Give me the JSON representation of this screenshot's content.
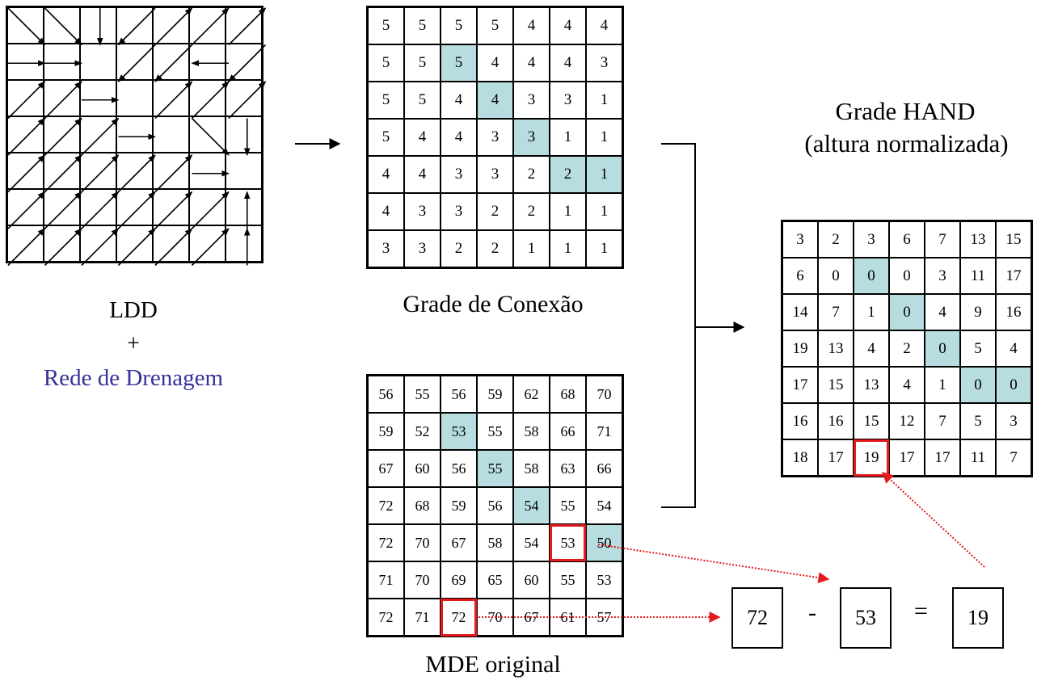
{
  "ldd": {
    "title": "LDD",
    "plus": "+",
    "subtitle": "Rede de Drenagem",
    "highlight_cells": [
      [
        1,
        2
      ],
      [
        2,
        3
      ],
      [
        3,
        4
      ],
      [
        4,
        5
      ],
      [
        4,
        6
      ]
    ],
    "highlight_color": "#b7dde0"
  },
  "connection_grid": {
    "title": "Grade de Conexão",
    "rows": [
      [
        "5",
        "5",
        "5",
        "5",
        "4",
        "4",
        "4"
      ],
      [
        "5",
        "5",
        "5",
        "4",
        "4",
        "4",
        "3"
      ],
      [
        "5",
        "5",
        "4",
        "4",
        "3",
        "3",
        "1"
      ],
      [
        "5",
        "4",
        "4",
        "3",
        "3",
        "1",
        "1"
      ],
      [
        "4",
        "4",
        "3",
        "3",
        "2",
        "2",
        "1"
      ],
      [
        "4",
        "3",
        "3",
        "2",
        "2",
        "1",
        "1"
      ],
      [
        "3",
        "3",
        "2",
        "2",
        "1",
        "1",
        "1"
      ]
    ],
    "highlight_cells": [
      [
        1,
        2
      ],
      [
        2,
        3
      ],
      [
        3,
        4
      ],
      [
        4,
        5
      ],
      [
        4,
        6
      ]
    ]
  },
  "mde_grid": {
    "title": "MDE original",
    "rows": [
      [
        "56",
        "55",
        "56",
        "59",
        "62",
        "68",
        "70"
      ],
      [
        "59",
        "52",
        "53",
        "55",
        "58",
        "66",
        "71"
      ],
      [
        "67",
        "60",
        "56",
        "55",
        "58",
        "63",
        "66"
      ],
      [
        "72",
        "68",
        "59",
        "56",
        "54",
        "55",
        "54"
      ],
      [
        "72",
        "70",
        "67",
        "58",
        "54",
        "53",
        "50"
      ],
      [
        "71",
        "70",
        "69",
        "65",
        "60",
        "55",
        "53"
      ],
      [
        "72",
        "71",
        "72",
        "70",
        "67",
        "61",
        "57"
      ]
    ],
    "highlight_cells": [
      [
        1,
        2
      ],
      [
        2,
        3
      ],
      [
        3,
        4
      ],
      [
        4,
        6
      ]
    ],
    "outlined_cells": [
      [
        4,
        5
      ],
      [
        6,
        2
      ]
    ]
  },
  "hand_grid": {
    "title_line1": "Grade HAND",
    "title_line2": "(altura normalizada)",
    "rows": [
      [
        "3",
        "2",
        "3",
        "6",
        "7",
        "13",
        "15"
      ],
      [
        "6",
        "0",
        "0",
        "0",
        "3",
        "11",
        "17"
      ],
      [
        "14",
        "7",
        "1",
        "0",
        "4",
        "9",
        "16"
      ],
      [
        "19",
        "13",
        "4",
        "2",
        "0",
        "5",
        "4"
      ],
      [
        "17",
        "15",
        "13",
        "4",
        "1",
        "0",
        "0"
      ],
      [
        "16",
        "16",
        "15",
        "12",
        "7",
        "5",
        "3"
      ],
      [
        "18",
        "17",
        "19",
        "17",
        "17",
        "11",
        "7"
      ]
    ],
    "highlight_cells": [
      [
        1,
        2
      ],
      [
        2,
        3
      ],
      [
        3,
        4
      ],
      [
        4,
        5
      ],
      [
        4,
        6
      ]
    ],
    "outlined_cells": [
      [
        6,
        2
      ]
    ]
  },
  "calculation": {
    "operand_a": "72",
    "operator": "-",
    "operand_b": "53",
    "equals": "=",
    "result": "19"
  },
  "colors": {
    "highlight": "#b7dde0",
    "outline": "#e41a1c",
    "dotted_arrow": "#e41a1c",
    "drainage_text": "#333399"
  }
}
